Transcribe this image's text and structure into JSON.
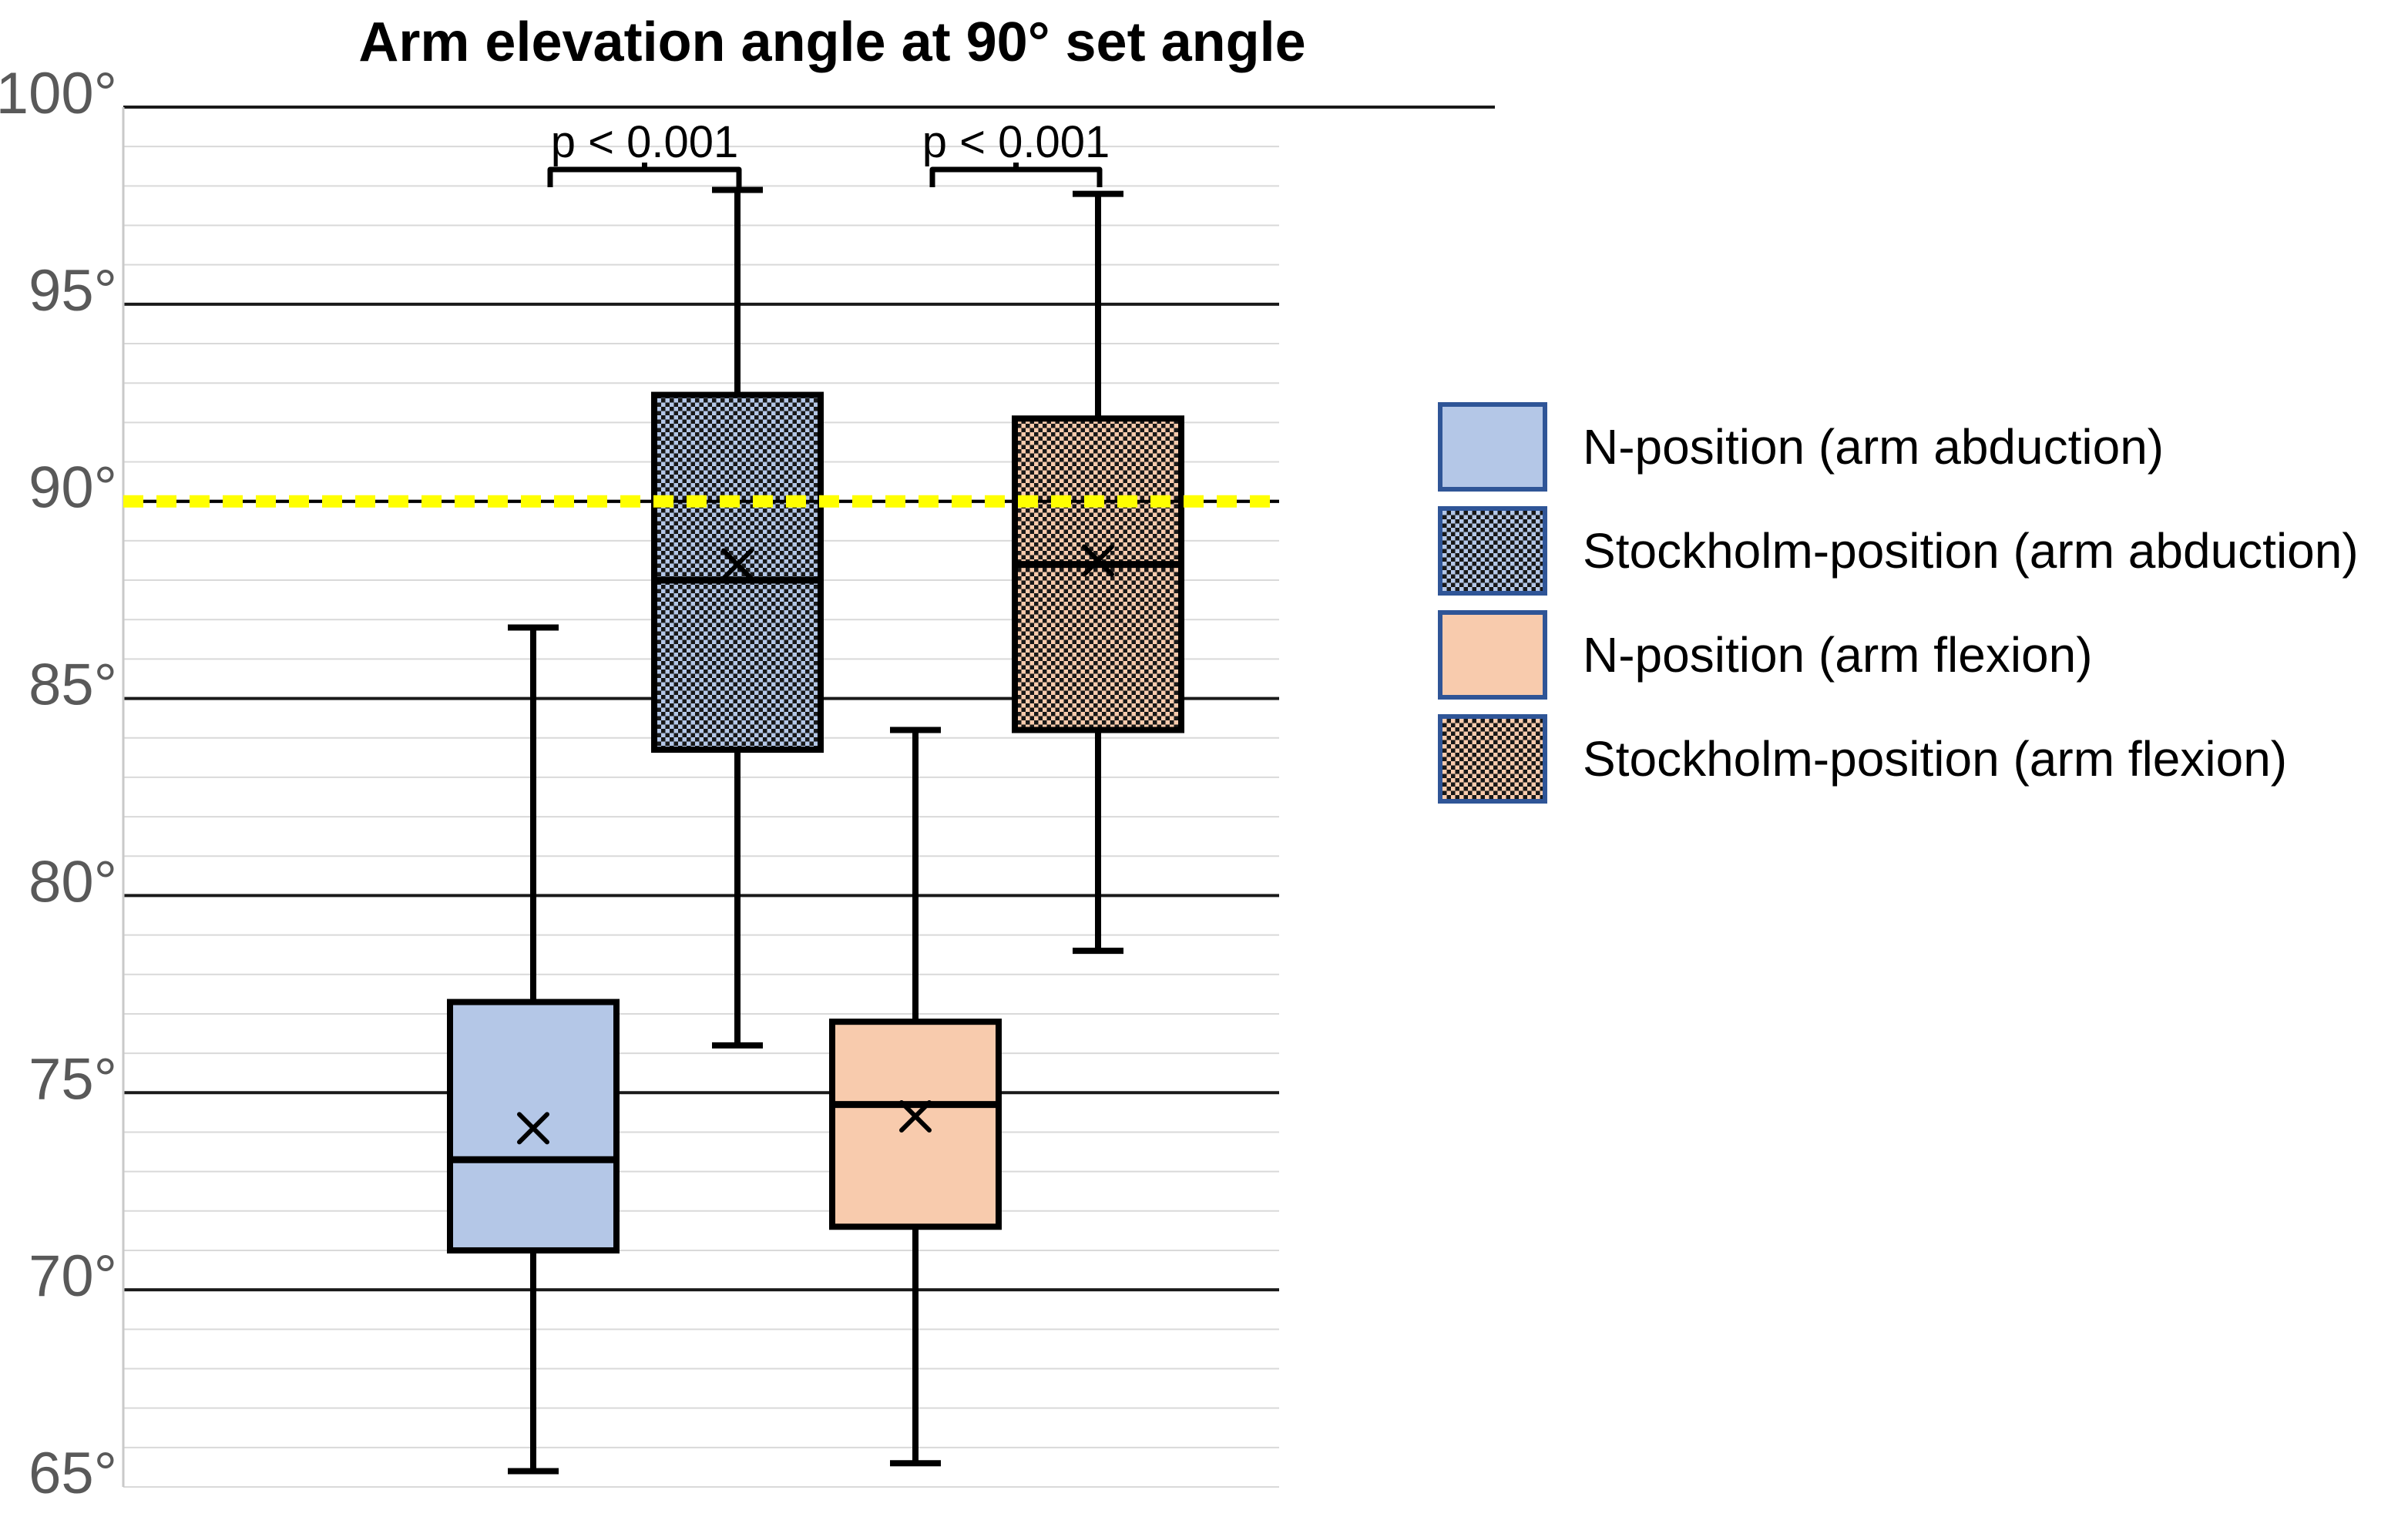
{
  "title": "Arm elevation angle at 90° set angle",
  "chart_data": {
    "type": "boxplot",
    "title": "Arm elevation angle at 90° set angle",
    "y_axis": {
      "unit": "°",
      "range": [
        65,
        100
      ],
      "major_step": 5,
      "minor_step": 1,
      "tick_values": [
        100,
        95,
        90,
        85,
        80,
        75,
        70,
        65
      ],
      "tick_labels": [
        "100°",
        "95°",
        "90°",
        "85°",
        "80°",
        "75°",
        "70°",
        "65°"
      ]
    },
    "grid": true,
    "legend_position": "right",
    "reference_line": {
      "value": 90,
      "color": "#ffff00",
      "style": "dashed"
    },
    "series": [
      {
        "name": "N-position (arm abduction)",
        "fill_style": "solid",
        "color": "#b4c7e7",
        "min": 65.4,
        "q1": 71.0,
        "median": 73.3,
        "mean": 74.1,
        "q3": 77.3,
        "max": 86.8
      },
      {
        "name": "Stockholm-position (arm abduction)",
        "fill_style": "checker",
        "color": "#b4c7e7",
        "min": 76.2,
        "q1": 83.7,
        "median": 88.0,
        "mean": 88.4,
        "q3": 92.7,
        "max": 97.9
      },
      {
        "name": "N-position (arm flexion)",
        "fill_style": "solid",
        "color": "#f8cbad",
        "min": 65.6,
        "q1": 71.6,
        "median": 74.7,
        "mean": 74.4,
        "q3": 76.8,
        "max": 84.2
      },
      {
        "name": "Stockholm-position (arm flexion)",
        "fill_style": "checker",
        "color": "#f8cbad",
        "min": 78.6,
        "q1": 84.2,
        "median": 88.4,
        "mean": 88.5,
        "q3": 92.1,
        "max": 97.8
      }
    ],
    "annotations": [
      {
        "label": "p < 0.001",
        "between": [
          0,
          1
        ]
      },
      {
        "label": "p < 0.001",
        "between": [
          2,
          3
        ]
      }
    ]
  },
  "legend": {
    "items": [
      {
        "label": "N-position (arm abduction)",
        "swatch": "solid-blue",
        "color": "#b4c7e7"
      },
      {
        "label": "Stockholm-position (arm abduction)",
        "swatch": "check-blue",
        "color": "#b4c7e7"
      },
      {
        "label": "N-position (arm flexion)",
        "swatch": "solid-peach",
        "color": "#f8cbad"
      },
      {
        "label": "Stockholm-position (arm flexion)",
        "swatch": "check-peach",
        "color": "#f8cbad"
      }
    ]
  },
  "colors": {
    "box_border": "#000000",
    "checker_dark": "#181818",
    "legend_swatch_border": "#2f5597",
    "reference_yellow": "#ffff00",
    "grid_major": "#1a1a1a",
    "grid_minor": "#d9d9d9",
    "axis_line": "#c9c9c9",
    "axis_label": "#595959"
  }
}
